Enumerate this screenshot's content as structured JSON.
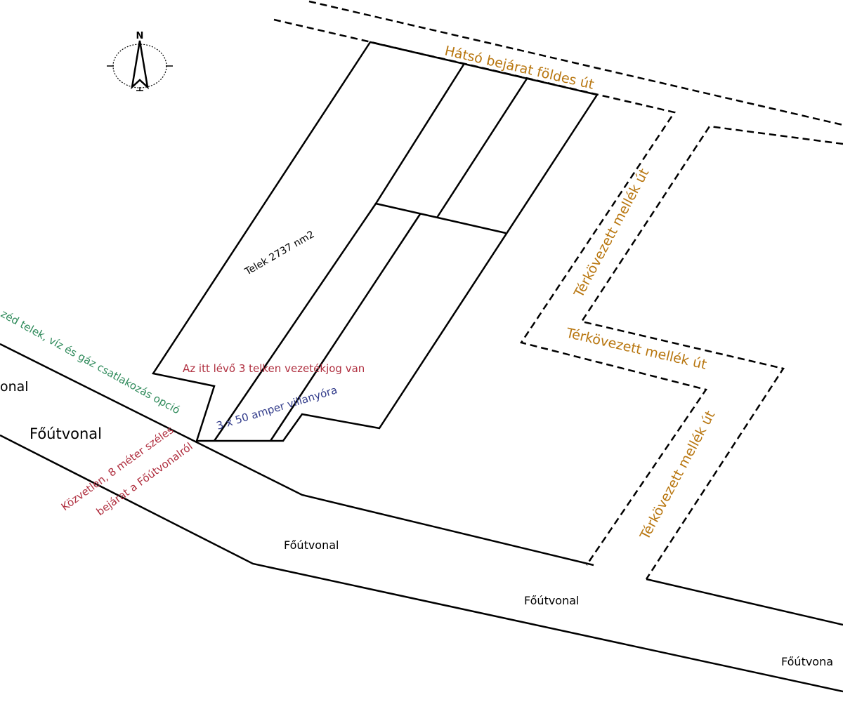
{
  "compass": {
    "label": "N"
  },
  "labels": {
    "back_road": "Hátsó bejárat földes út",
    "paved_1": "Térkövezett mellék út",
    "paved_2": "Térkövezett mellék út",
    "paved_3": "Térkövezett mellék út",
    "plot": "Telek 2737 nm2",
    "neighbor": "zéd telek, víz és gáz csatlakozás opció",
    "easement": "Az itt lévő 3 telken vezetékjog van",
    "meter": "3 x 50 amper villanyóra",
    "entrance_1": "Közvetlen, 8 méter széles",
    "entrance_2": "bejárat a Főútvonalról",
    "main_road_1": "onal",
    "main_road_2": "Főútvonal",
    "main_road_3": "Főútvonal",
    "main_road_4": "Főútvonal",
    "main_road_5": "Főútvona"
  },
  "colors": {
    "road_label": "#b8760f",
    "green": "#2e8a5a",
    "red": "#b03040",
    "blue": "#303a8a"
  }
}
